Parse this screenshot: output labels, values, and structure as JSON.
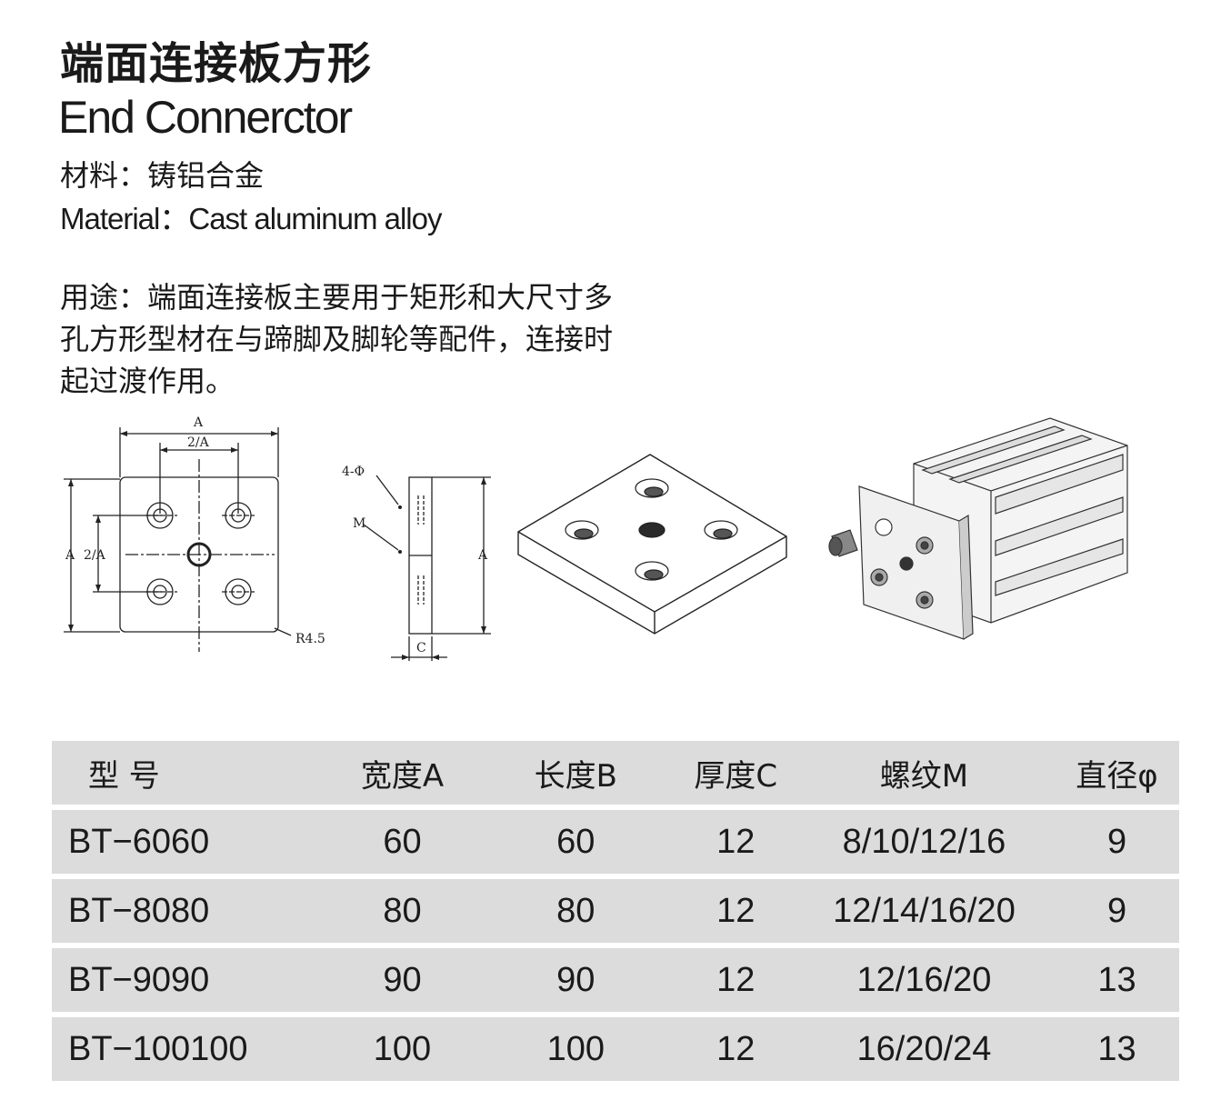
{
  "title_cn": "端面连接板方形",
  "title_en": "End Connerctor",
  "material_cn": "材料：铸铝合金",
  "material_en": "Material：Cast aluminum alloy",
  "usage_lines": [
    "用途：端面连接板主要用于矩形和大尺寸多",
    "孔方形型材在与蹄脚及脚轮等配件，连接时",
    "起过渡作用。"
  ],
  "drawing_labels": {
    "a": "A",
    "half_a": "2/A",
    "a_left": "A",
    "half_a_left": "2/A",
    "radius": "R4.5",
    "holes": "4-Φ",
    "thread": "M",
    "side_a": "A",
    "thickness": "C"
  },
  "table": {
    "headers": [
      "型 号",
      "宽度A",
      "长度B",
      "厚度C",
      "螺纹M",
      "直径φ"
    ],
    "rows": [
      [
        "BT−6060",
        "60",
        "60",
        "12",
        "8/10/12/16",
        "9"
      ],
      [
        "BT−8080",
        "80",
        "80",
        "12",
        "12/14/16/20",
        "9"
      ],
      [
        "BT−9090",
        "90",
        "90",
        "12",
        "12/16/20",
        "13"
      ],
      [
        "BT−100100",
        "100",
        "100",
        "12",
        "16/20/24",
        "13"
      ]
    ]
  }
}
